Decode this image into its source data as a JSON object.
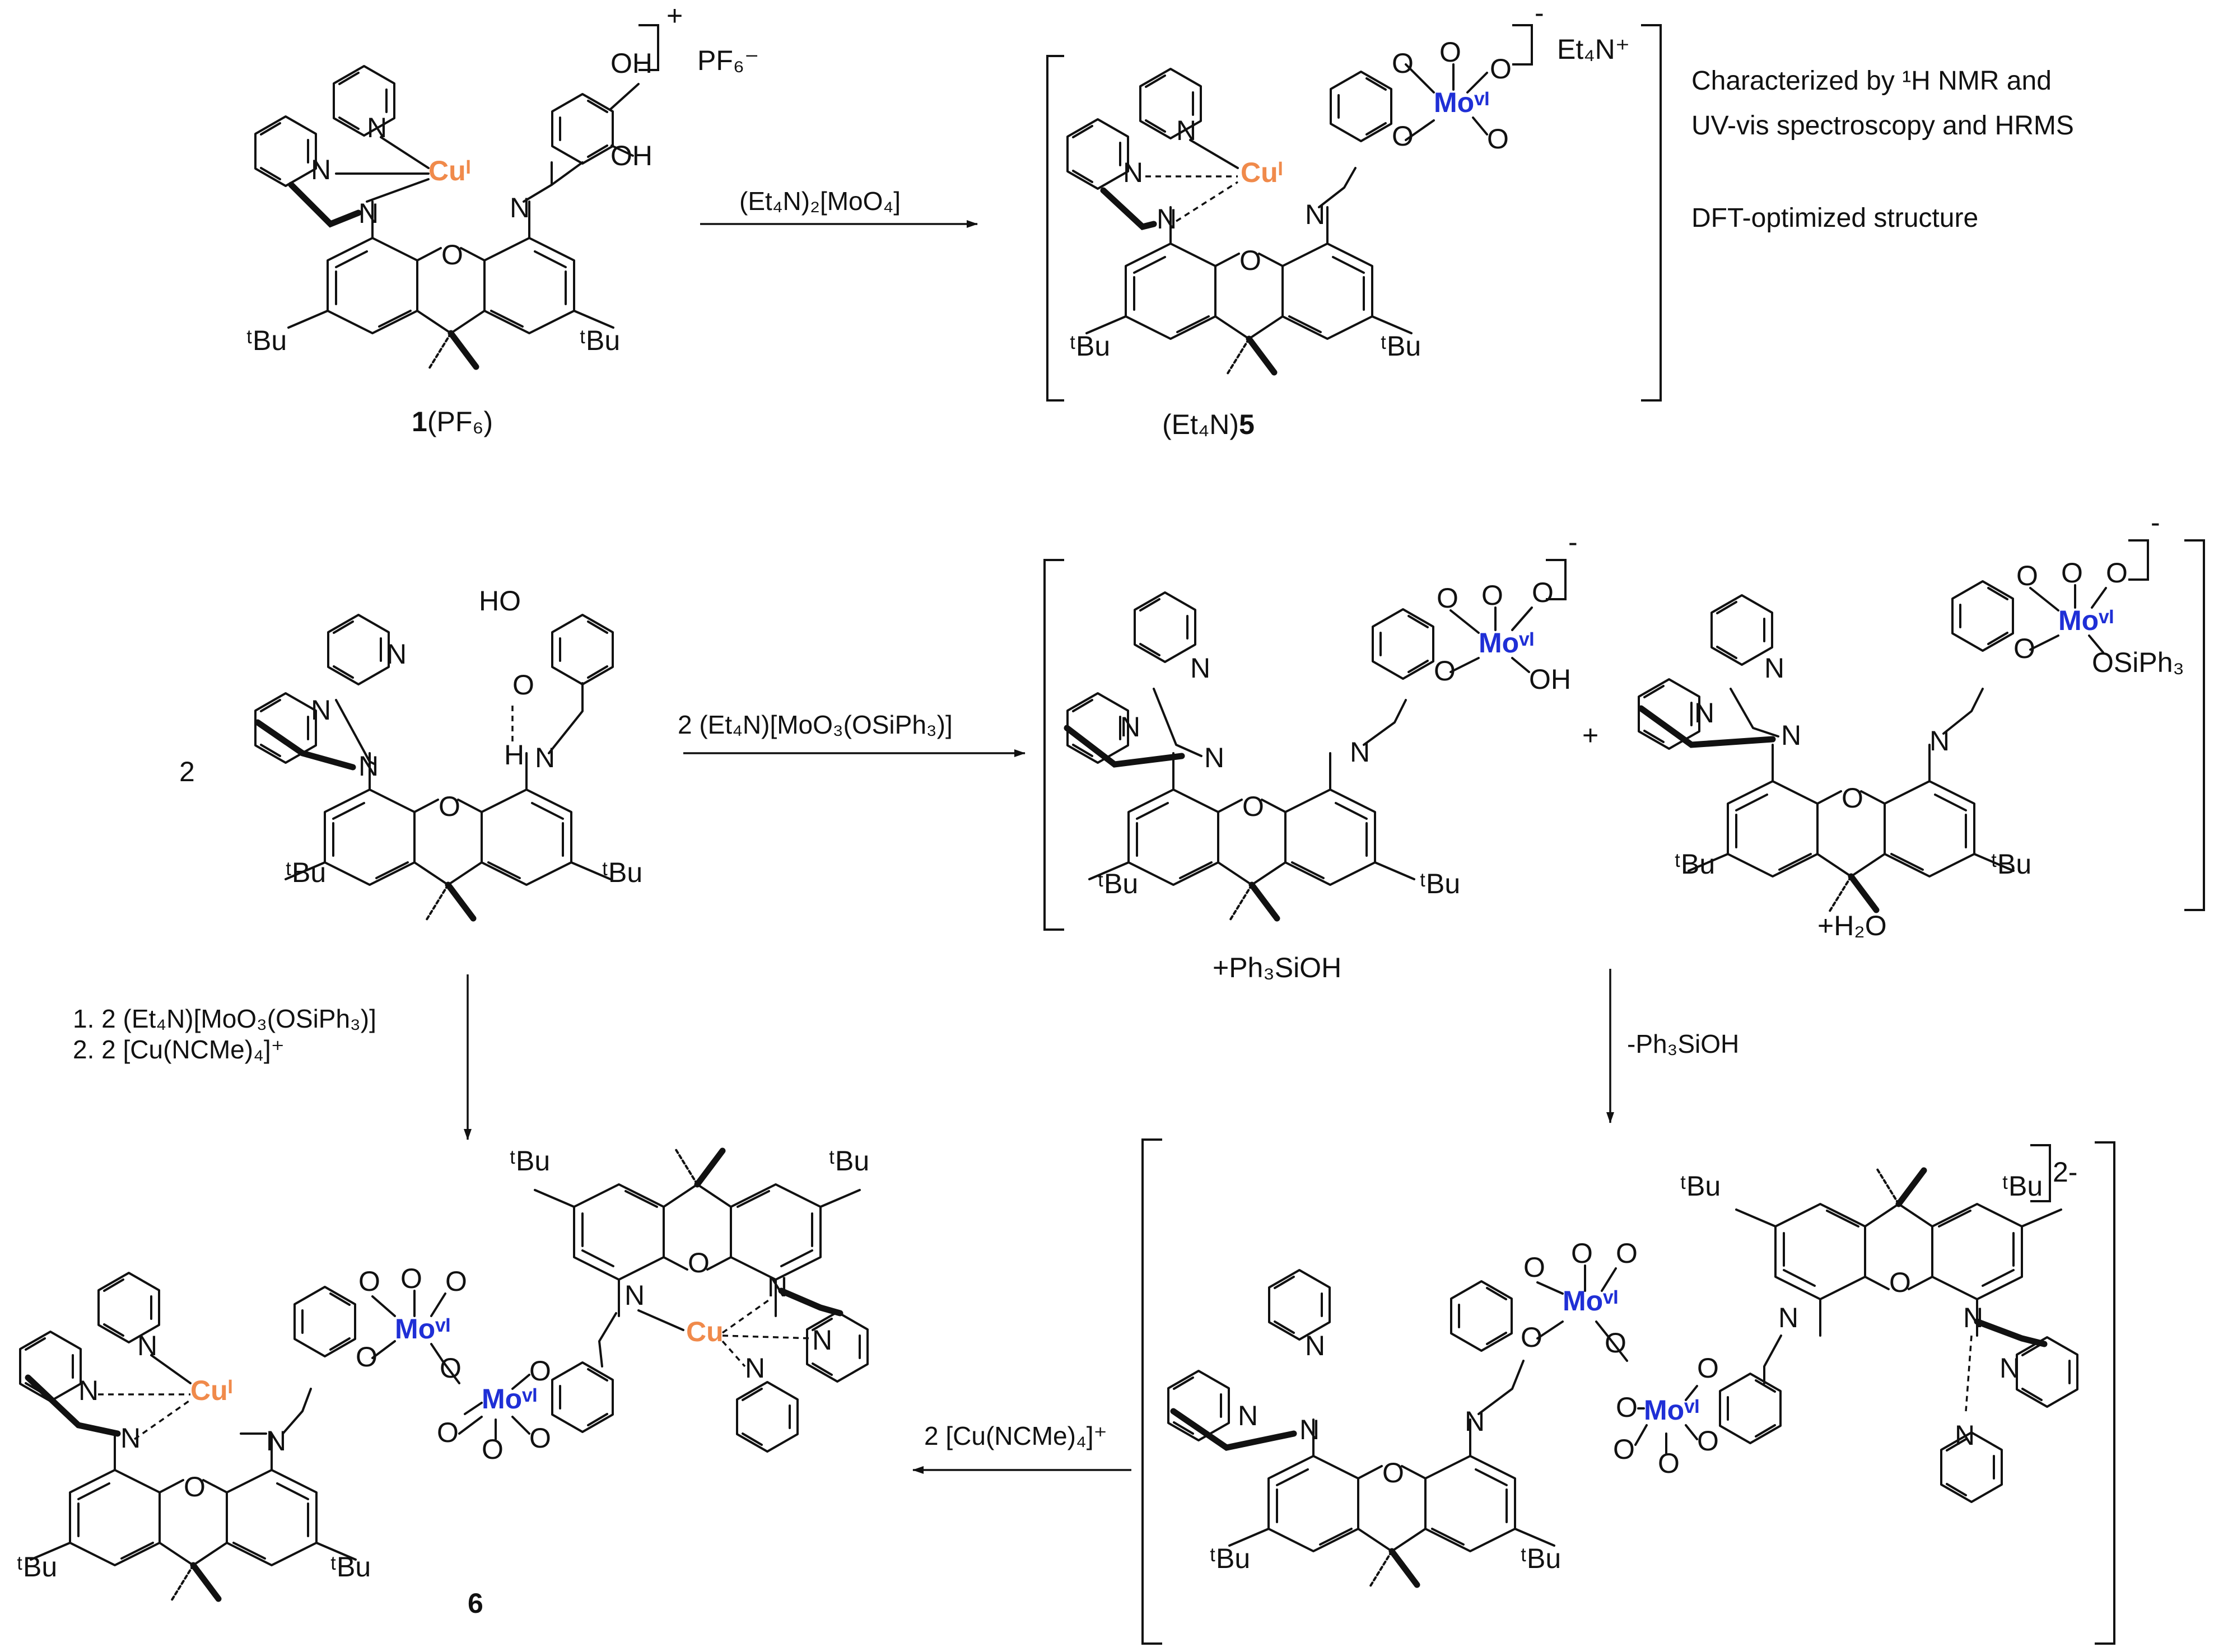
{
  "reagents": {
    "step1": "(Et₄N)₂[MoO₄]",
    "step2": "2 (Et₄N)[MoO₃(OSiPh₃)]",
    "step3": "-Ph₃SiOH",
    "step4": "2 [Cu(NCMe)₄]⁺",
    "step5_line1": "1. 2 (Et₄N)[MoO₃(OSiPh₃)]",
    "step5_line2": "2. 2 [Cu(NCMe)₄]⁺"
  },
  "compounds": {
    "c1": "1",
    "c1_counter": "(PF₆)",
    "c5_prefix": "(Et₄N)",
    "c5": "5",
    "c6": "6",
    "ligand_coeff": "2"
  },
  "notes": {
    "line1": "Characterized by ¹H NMR and",
    "line2": "UV-vis spectroscopy and HRMS",
    "line3": "DFT-optimized structure"
  },
  "byproducts": {
    "silanol": "+Ph₃SiOH",
    "water": "+H₂O"
  },
  "charges": {
    "plus": "+",
    "minus": "-",
    "dianion": "2-",
    "pf6": "PF₆⁻",
    "et4n": "Et₄N⁺"
  },
  "atoms": {
    "cu1": "Cuᴵ",
    "cu": "Cu",
    "mo": "Moᵛᴵ",
    "tbu": "ᵗBu",
    "N": "N",
    "O": "O",
    "OH": "OH",
    "HO": "HO",
    "H": "H",
    "osiph3": "OSiPh₃"
  },
  "colors": {
    "copper": "#f08a4b",
    "molybdenum": "#1f2fd6",
    "ink": "#111111"
  }
}
